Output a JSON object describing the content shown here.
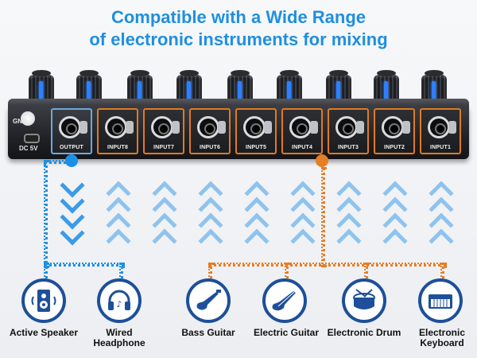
{
  "headline": {
    "line1": "Compatible with a Wide Range",
    "line2": "of electronic instruments for mixing"
  },
  "device": {
    "gnd_label": "GND",
    "dc_label": "DC 5V",
    "ports": [
      {
        "label": "OUTPUT",
        "type": "output"
      },
      {
        "label": "INPUT8",
        "type": "input"
      },
      {
        "label": "INPUT7",
        "type": "input"
      },
      {
        "label": "INPUT6",
        "type": "input"
      },
      {
        "label": "INPUT5",
        "type": "input"
      },
      {
        "label": "INPUT4",
        "type": "input"
      },
      {
        "label": "INPUT3",
        "type": "input"
      },
      {
        "label": "INPUT2",
        "type": "input"
      },
      {
        "label": "INPUT1",
        "type": "input"
      }
    ]
  },
  "colors": {
    "headline": "#1f8fe0",
    "output_accent": "#1d8fe6",
    "input_accent": "#e67e22",
    "icon_ring": "#1d4f9a"
  },
  "devices": {
    "output_group": [
      {
        "label": "Active Speaker",
        "icon": "speaker-icon"
      },
      {
        "label": "Wired Headphone",
        "icon": "headphone-icon"
      }
    ],
    "input_group": [
      {
        "label": "Bass Guitar",
        "icon": "bass-guitar-icon"
      },
      {
        "label": "Electric Guitar",
        "icon": "electric-guitar-icon"
      },
      {
        "label": "Electronic Drum",
        "icon": "drum-icon"
      },
      {
        "label": "Electronic Keyboard",
        "icon": "keyboard-icon"
      }
    ]
  }
}
